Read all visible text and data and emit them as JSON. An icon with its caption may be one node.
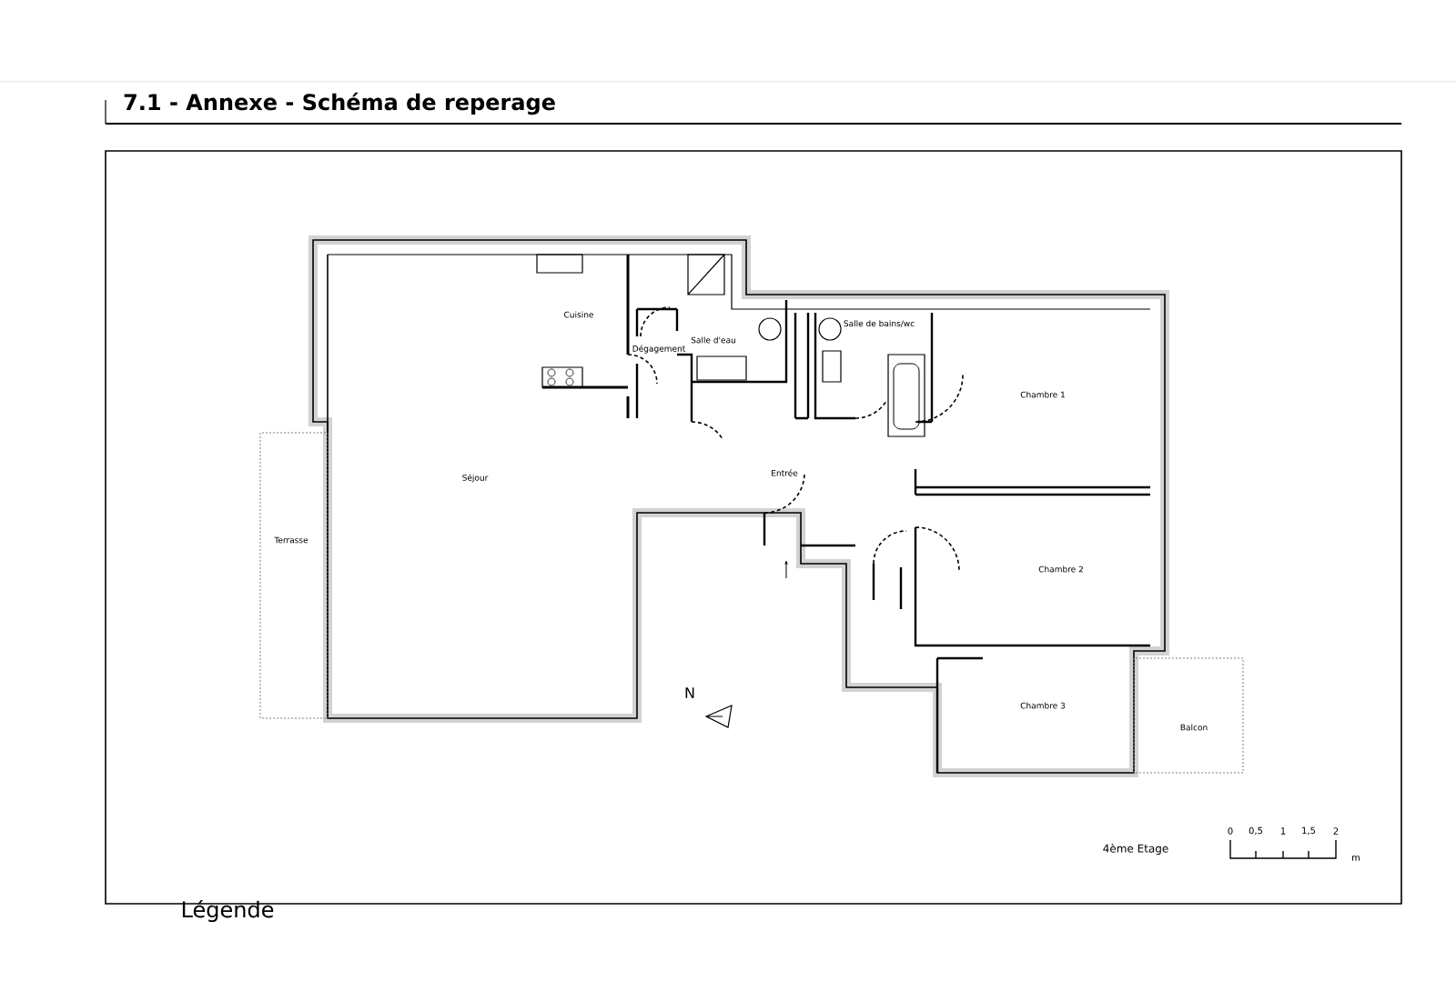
{
  "diagram": {
    "title": "7.1 - Annexe - Schéma de reperage",
    "labels": [
      "Cuisine",
      "Dégagement",
      "Salle d'eau",
      "Salle de bains/wc",
      "Chambre 1",
      "Séjour",
      "Entrée",
      "Terrasse",
      "Chambre 2",
      "Chambre 3",
      "Balcon",
      "N",
      "4ème Etage",
      "0",
      "0,5",
      "1",
      "1,5",
      "2",
      "m",
      "Légende"
    ]
  }
}
